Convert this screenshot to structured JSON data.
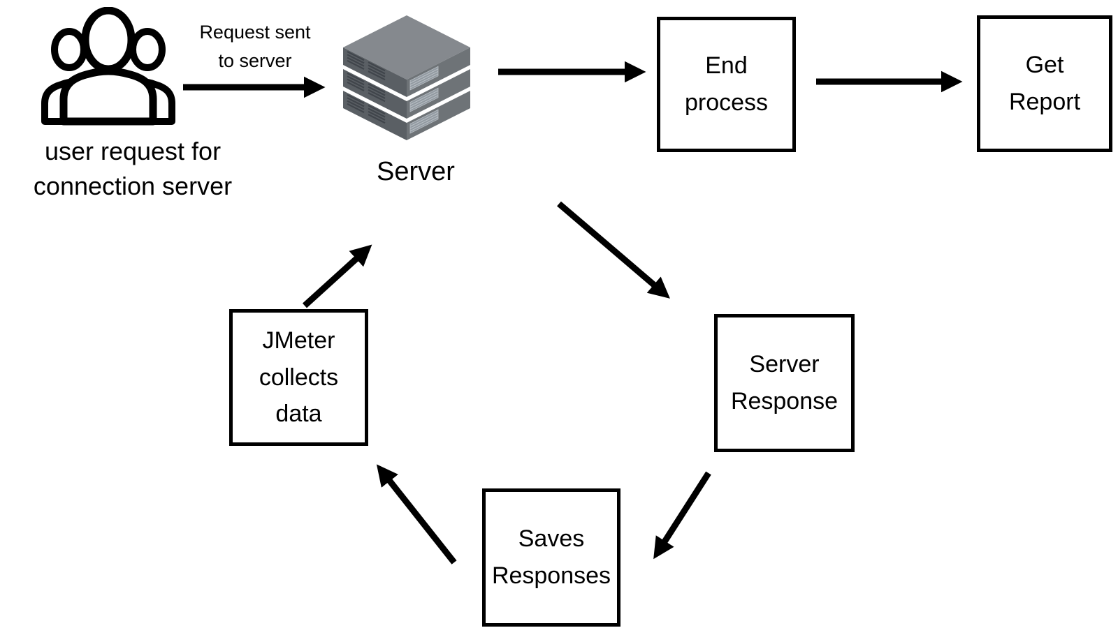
{
  "nodes": {
    "users": {
      "caption": "user request for\nconnection server"
    },
    "server": {
      "label": "Server"
    },
    "end_process": {
      "label": "End\nprocess"
    },
    "get_report": {
      "label": "Get\nReport"
    },
    "server_response": {
      "label": "Server\nResponse"
    },
    "saves_responses": {
      "label": "Saves\nResponses"
    },
    "jmeter": {
      "label": "JMeter\ncollects\ndata"
    }
  },
  "edges": {
    "users_to_server": {
      "label": "Request sent\nto server",
      "from": "users",
      "to": "server"
    },
    "server_to_end_process": {
      "from": "server",
      "to": "end_process"
    },
    "end_process_to_get_report": {
      "from": "end_process",
      "to": "get_report"
    },
    "server_to_server_response": {
      "from": "server",
      "to": "server_response"
    },
    "response_to_saves_responses": {
      "from": "server_response",
      "to": "saves_responses"
    },
    "saves_responses_to_jmeter": {
      "from": "saves_responses",
      "to": "jmeter"
    },
    "jmeter_to_server": {
      "from": "jmeter",
      "to": "server"
    }
  },
  "icons": {
    "users": "users-icon",
    "server": "server-stack-icon"
  },
  "colors": {
    "background": "#ffffff",
    "stroke": "#000000",
    "server_top": "#85898e",
    "server_left": "#5a5f64",
    "server_right": "#6e7377"
  }
}
